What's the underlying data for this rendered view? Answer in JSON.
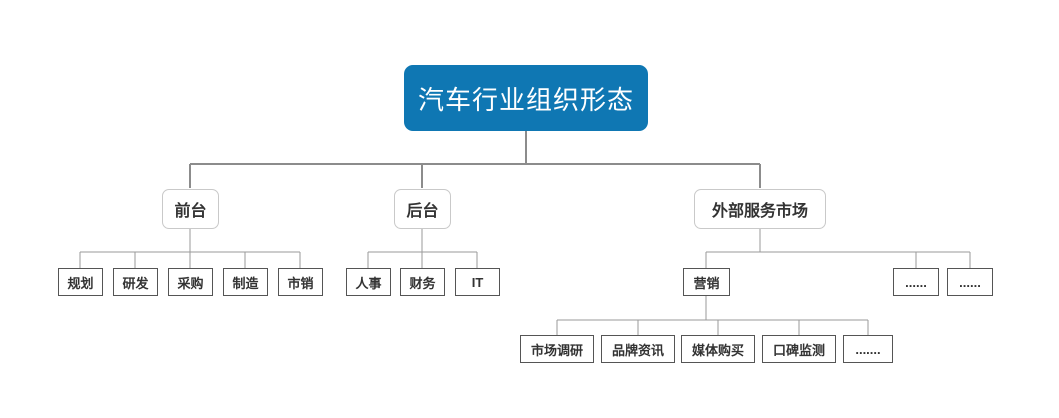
{
  "diagram": {
    "title_node": {
      "label": "汽车行业组织形态",
      "color": "#0f77b3",
      "text_color": "#ffffff"
    },
    "connector_color": "#8c8c8c",
    "leaf_border_color": "#555555",
    "branch_border_color": "#c9c9c9",
    "levels": {
      "level2": [
        {
          "id": "front-office",
          "label": "前台"
        },
        {
          "id": "back-office",
          "label": "后台"
        },
        {
          "id": "external-service-market",
          "label": "外部服务市场"
        }
      ],
      "front_office_children": [
        {
          "id": "planning",
          "label": "规划"
        },
        {
          "id": "rnd",
          "label": "研发"
        },
        {
          "id": "procurement",
          "label": "采购"
        },
        {
          "id": "manufacturing",
          "label": "制造"
        },
        {
          "id": "marketing-sales",
          "label": "市销"
        }
      ],
      "back_office_children": [
        {
          "id": "hr",
          "label": "人事"
        },
        {
          "id": "finance",
          "label": "财务"
        },
        {
          "id": "it",
          "label": "IT"
        }
      ],
      "external_market_children": [
        {
          "id": "marketing",
          "label": "营销"
        },
        {
          "id": "more-1",
          "label": "......"
        },
        {
          "id": "more-2",
          "label": "......"
        }
      ],
      "marketing_children": [
        {
          "id": "market-research",
          "label": "市场调研"
        },
        {
          "id": "brand-info",
          "label": "品牌资讯"
        },
        {
          "id": "media-buying",
          "label": "媒体购买"
        },
        {
          "id": "reputation-monitoring",
          "label": "口碑监测"
        },
        {
          "id": "more-3",
          "label": "......."
        }
      ]
    }
  }
}
